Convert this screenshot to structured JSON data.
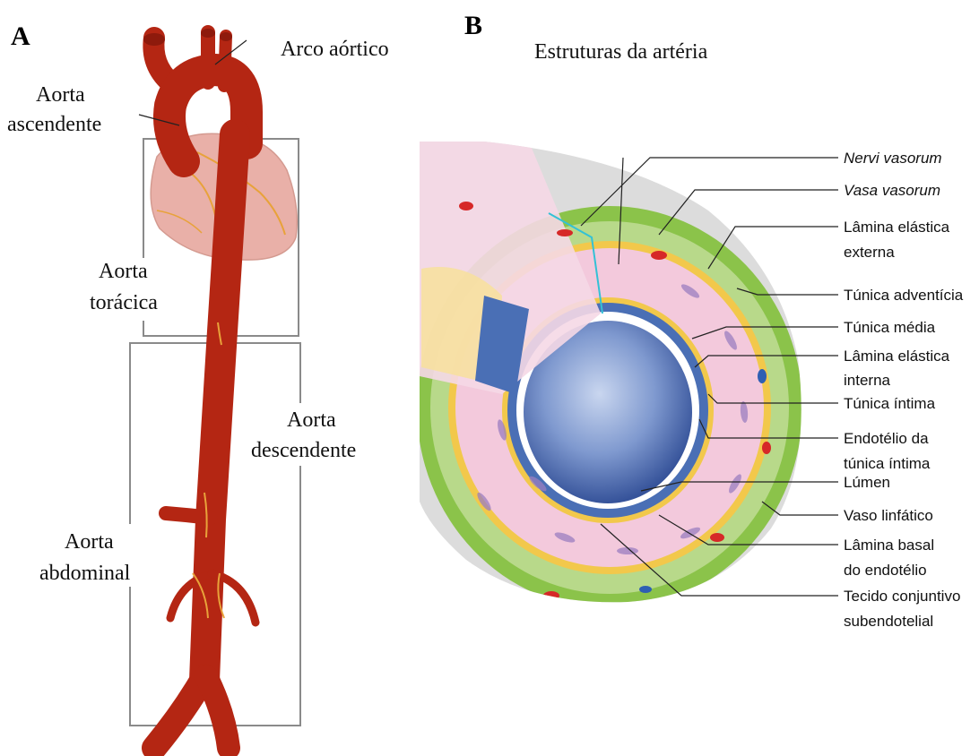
{
  "panel_a": {
    "letter": "A",
    "labels": {
      "arch": "Arco aórtico",
      "ascending_1": "Aorta",
      "ascending_2": "ascendente",
      "thoracic_1": "Aorta",
      "thoracic_2": "torácica",
      "descending_1": "Aorta",
      "descending_2": "descendente",
      "abdominal_1": "Aorta",
      "abdominal_2": "abdominal"
    }
  },
  "panel_b": {
    "letter": "B",
    "title": "Estruturas da artéria",
    "labels": [
      {
        "line1": "Nervi vasorum",
        "line2": "",
        "italic": true
      },
      {
        "line1": "Vasa vasorum",
        "line2": "",
        "italic": true
      },
      {
        "line1": "Lâmina elástica",
        "line2": "externa",
        "italic": false
      },
      {
        "line1": "Túnica adventícia",
        "line2": "",
        "italic": false
      },
      {
        "line1": "Túnica média",
        "line2": "",
        "italic": false
      },
      {
        "line1": "Lâmina elástica",
        "line2": "interna",
        "italic": false
      },
      {
        "line1": "Túnica íntima",
        "line2": "",
        "italic": false
      },
      {
        "line1": "Endotélio da",
        "line2": "túnica íntima",
        "italic": false
      },
      {
        "line1": "Lúmen",
        "line2": "",
        "italic": false
      },
      {
        "line1": "Vaso linfático",
        "line2": "",
        "italic": false
      },
      {
        "line1": "Lâmina basal",
        "line2": "do endotélio",
        "italic": false
      },
      {
        "line1": "Tecido conjuntivo",
        "line2": "subendotelial",
        "italic": false
      }
    ]
  },
  "colors": {
    "aorta": "#b42613",
    "aorta_dark": "#8e1a0c",
    "heart": "#e9b0a8",
    "branch_vessel": "#e8a23a",
    "adventitia": "#8bc34a",
    "media": "#f3c9dc",
    "elastic": "#f2c84b",
    "intima": "#4a6fb5",
    "lumen": "#7f99cf"
  }
}
